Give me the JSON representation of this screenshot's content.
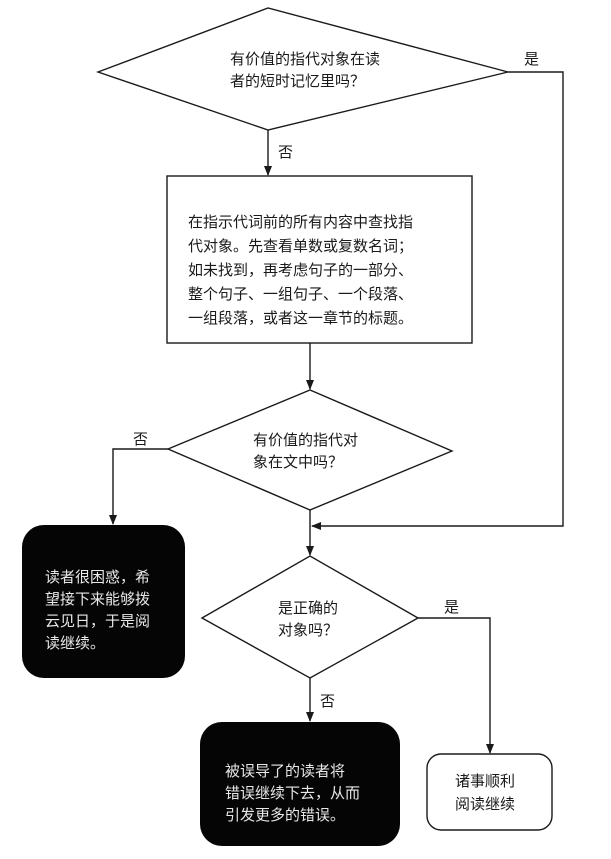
{
  "diagram": {
    "type": "flowchart",
    "nodes": {
      "decision_short_term": {
        "shape": "diamond",
        "lines": [
          "有价值的指代对象在读",
          "者的短时记忆里吗？"
        ]
      },
      "process_search": {
        "shape": "rectangle",
        "lines": [
          "在指示代词前的所有内容中查找指",
          "代对象。先查看单数或复数名词；",
          "如未找到，再考虑句子的一部分、",
          "整个句子、一组句子、一个段落、",
          "一组段落，或者这一章节的标题。"
        ]
      },
      "decision_in_text": {
        "shape": "diamond",
        "lines": [
          "有价值的指代对",
          "象在文中吗？"
        ]
      },
      "outcome_confused": {
        "shape": "rounded-rectangle-dark",
        "lines": [
          "读者很困惑，希",
          "望接下来能够拨",
          "云见日，于是阅",
          "读继续。"
        ]
      },
      "decision_correct": {
        "shape": "diamond",
        "lines": [
          "是正确的",
          "对象吗？"
        ]
      },
      "outcome_misled": {
        "shape": "rounded-rectangle-dark",
        "lines": [
          "被误导了的读者将",
          "错误继续下去，从而",
          "引发更多的错误。"
        ]
      },
      "outcome_ok": {
        "shape": "rounded-rectangle",
        "lines": [
          "诸事顺利",
          "阅读继续"
        ]
      }
    },
    "edges": [
      {
        "from": "decision_short_term",
        "to": "process_search",
        "label": "否"
      },
      {
        "from": "decision_short_term",
        "to": "decision_correct",
        "label": "是"
      },
      {
        "from": "process_search",
        "to": "decision_in_text",
        "label": ""
      },
      {
        "from": "decision_in_text",
        "to": "outcome_confused",
        "label": "否"
      },
      {
        "from": "decision_in_text",
        "to": "decision_correct",
        "label": ""
      },
      {
        "from": "decision_correct",
        "to": "outcome_misled",
        "label": "否"
      },
      {
        "from": "decision_correct",
        "to": "outcome_ok",
        "label": "是"
      }
    ],
    "colors": {
      "line": "#1a1a1a",
      "dark_fill": "#050505",
      "dark_text": "#e8e8e8",
      "light_fill": "#ffffff"
    }
  }
}
